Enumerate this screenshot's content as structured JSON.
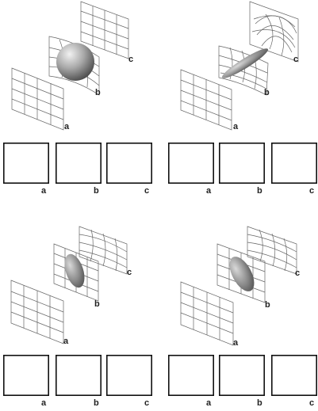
{
  "labels": {
    "a": "a",
    "b": "b",
    "c": "c"
  },
  "panels": [
    {
      "id": "top-left",
      "ellipsoid": "sphere"
    },
    {
      "id": "top-right",
      "ellipsoid": "thin-needle"
    },
    {
      "id": "bottom-left",
      "ellipsoid": "prolate"
    },
    {
      "id": "bottom-right",
      "ellipsoid": "prolate-tilted"
    }
  ],
  "colors": {
    "dark": "#5e5e5e",
    "light": "#b8b8b8",
    "ellipsoid": "#8a8a8a",
    "grid": "#666666",
    "frame": "#111111"
  }
}
